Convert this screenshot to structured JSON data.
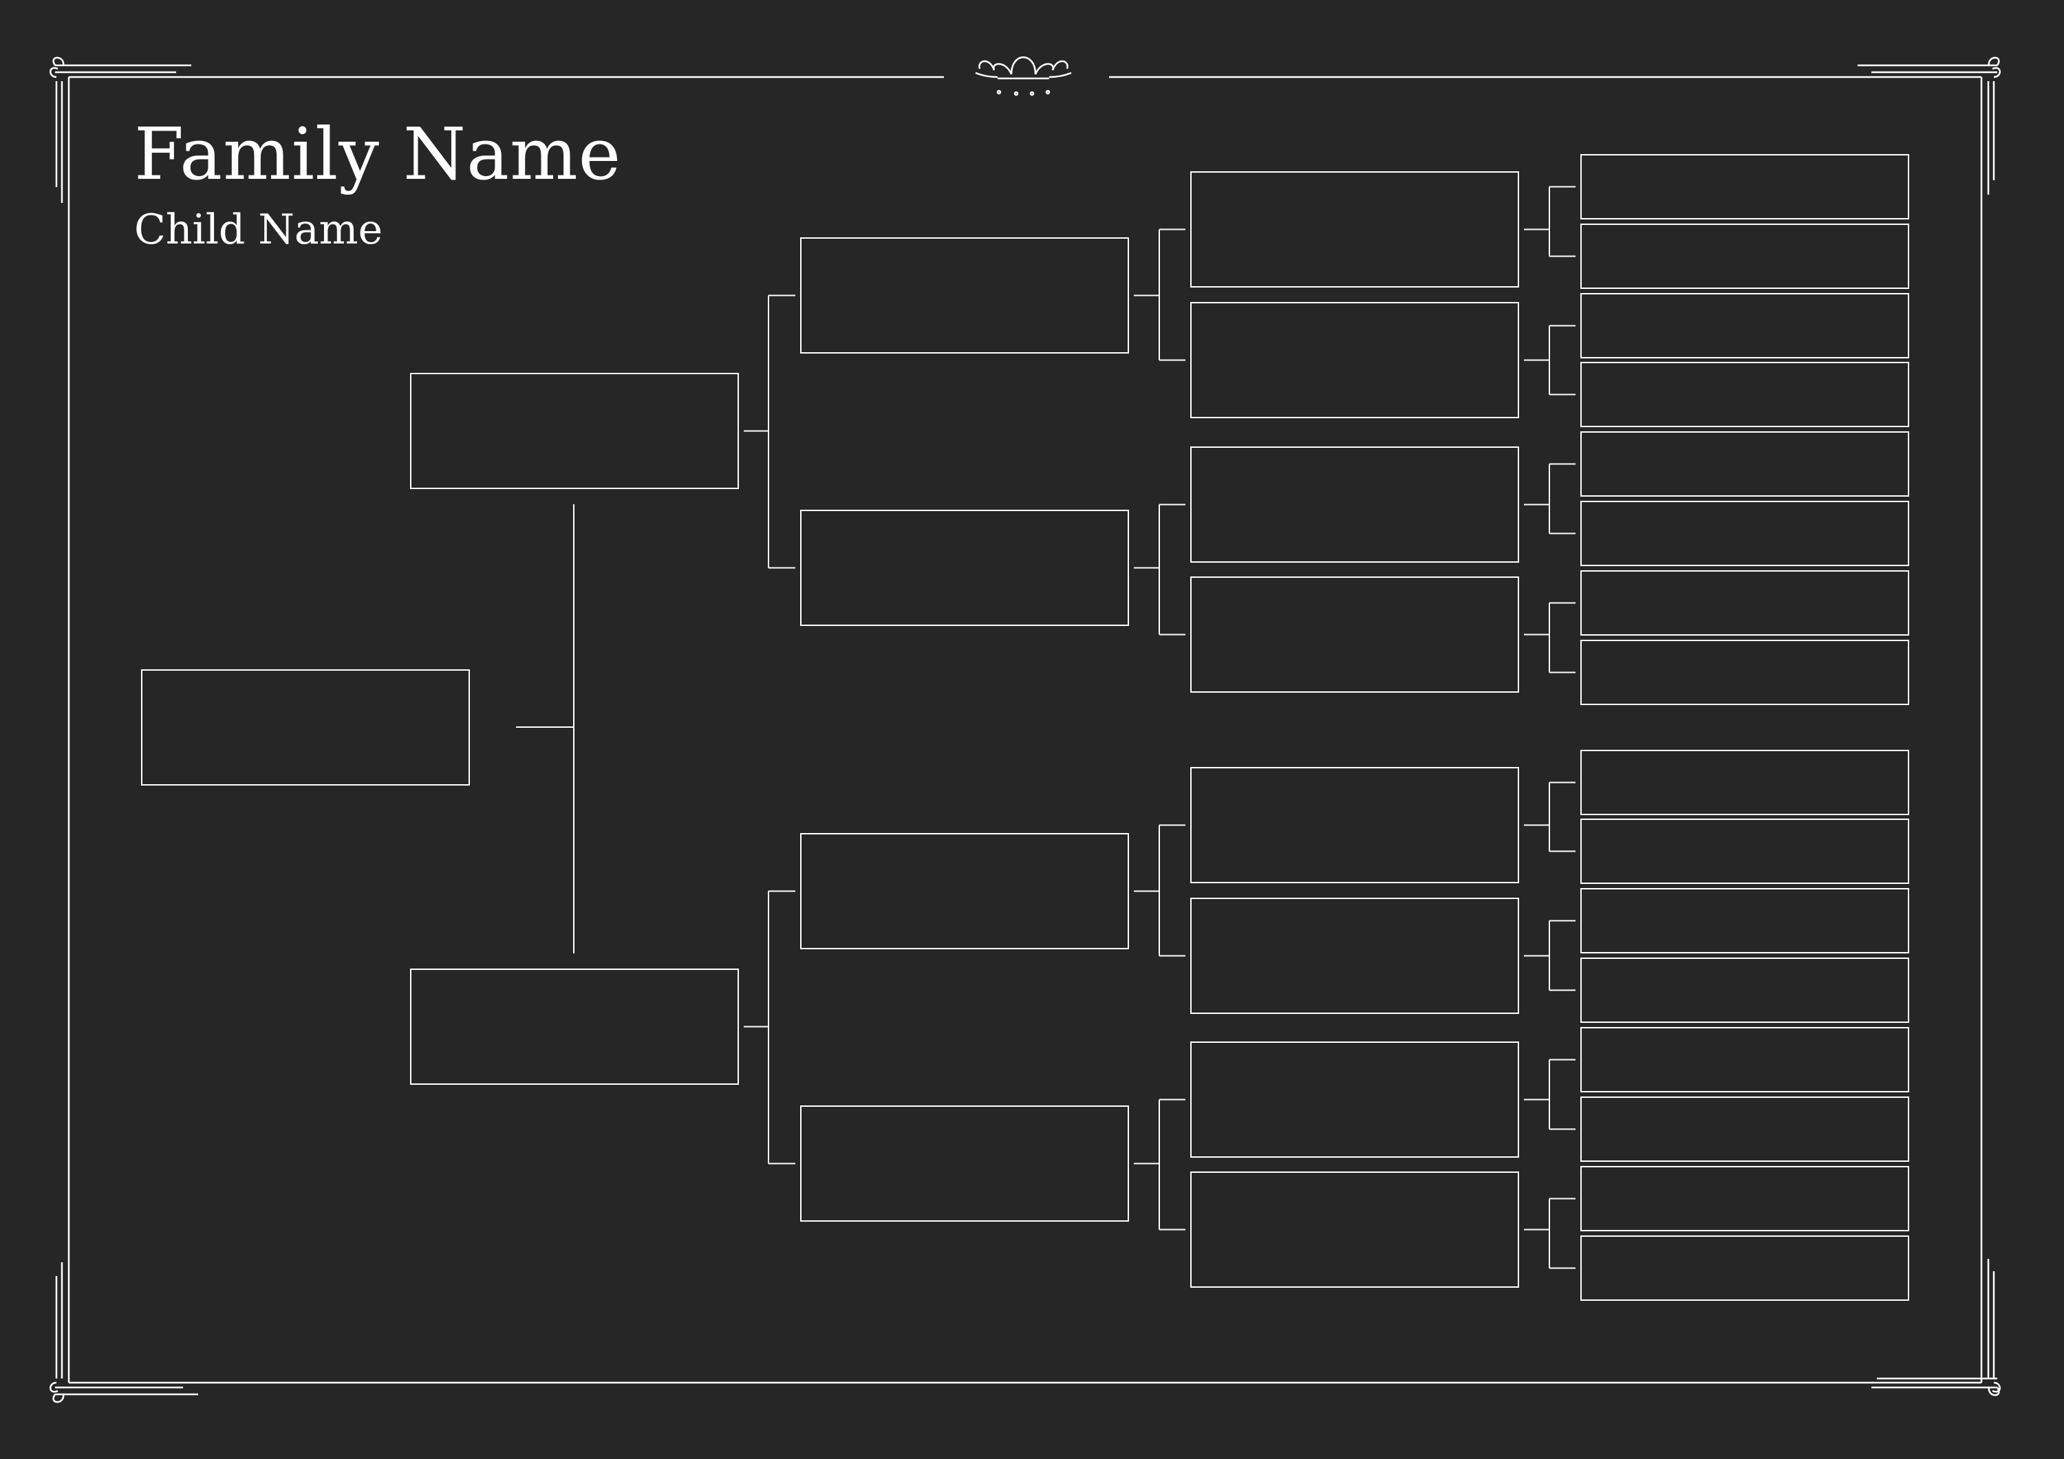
{
  "header": {
    "family_name": "Family Name",
    "child_name": "Child Name"
  },
  "tree": {
    "generations": [
      1,
      2,
      4,
      8,
      16
    ],
    "boxes": {
      "child": [
        ""
      ],
      "parents": [
        "",
        ""
      ],
      "grandparents": [
        "",
        "",
        "",
        ""
      ],
      "great_grandparents": [
        "",
        "",
        "",
        "",
        "",
        "",
        "",
        ""
      ],
      "great_great_grandparents": [
        "",
        "",
        "",
        "",
        "",
        "",
        "",
        "",
        "",
        "",
        "",
        "",
        "",
        "",
        "",
        ""
      ]
    }
  },
  "theme": {
    "background": "#262626",
    "line": "#ffffff"
  }
}
